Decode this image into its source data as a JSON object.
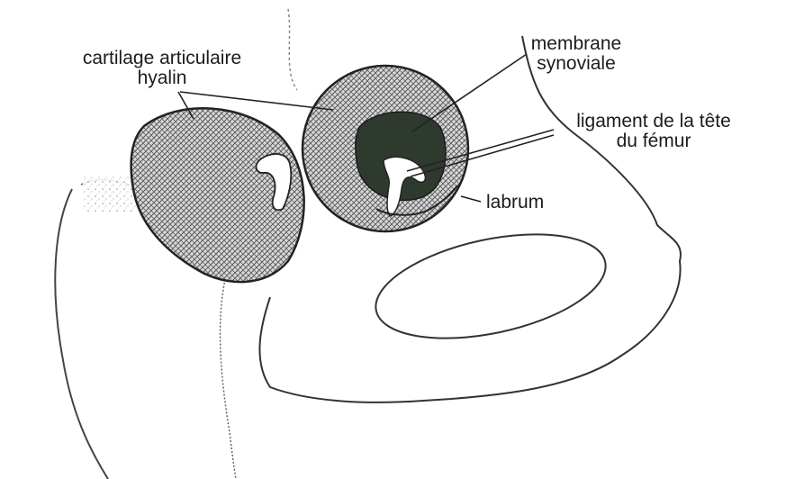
{
  "labels": {
    "cartilage_line1": "cartilage articulaire",
    "cartilage_line2": "hyalin",
    "membrane_line1": "membrane",
    "membrane_line2": "synoviale",
    "ligament_line1": "ligament de la tête",
    "ligament_line2": "du fémur",
    "labrum": "labrum"
  }
}
